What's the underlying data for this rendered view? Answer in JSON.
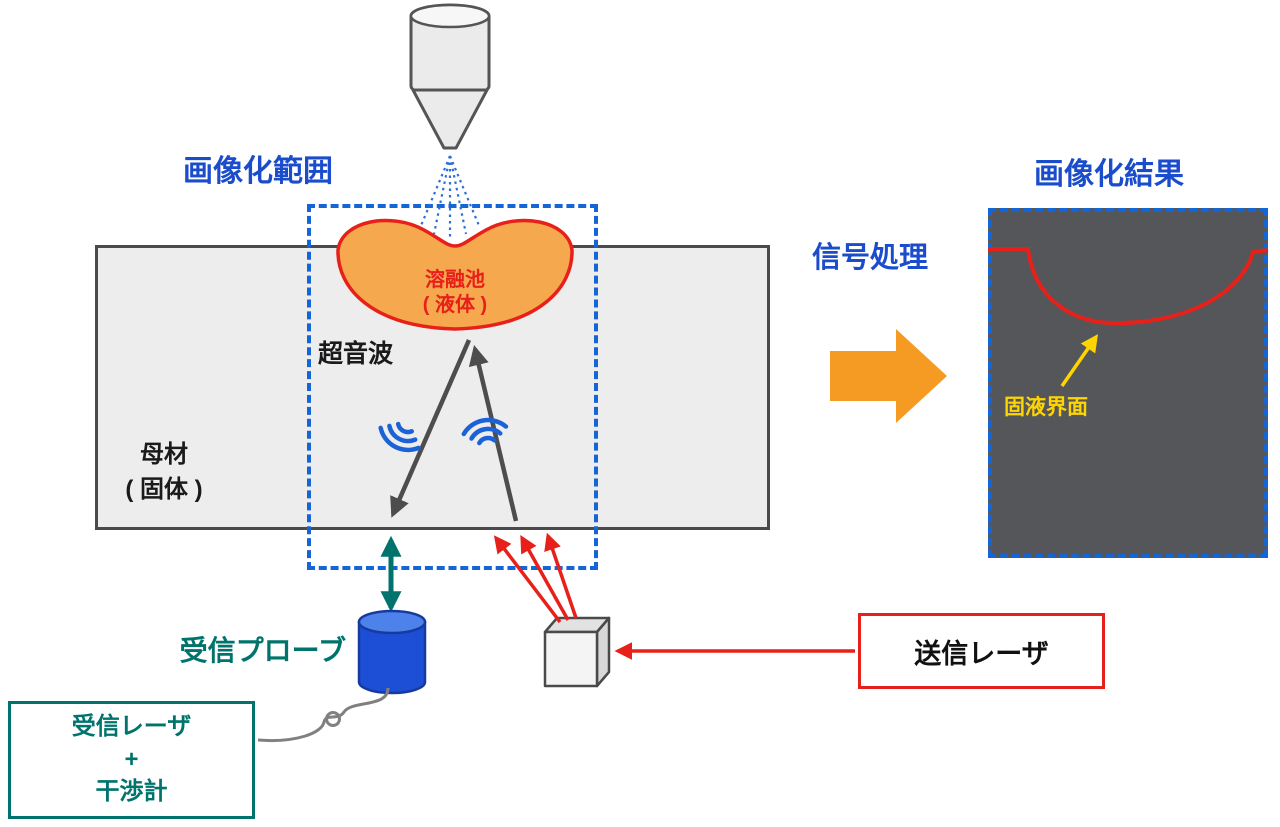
{
  "labels": {
    "imaging_range": "画像化範囲",
    "imaging_result": "画像化結果",
    "signal_processing": "信号処理",
    "ultrasonic_wave": "超音波",
    "melt_pool": {
      "line1": "溶融池",
      "line2": "( 液体 )"
    },
    "base_material": {
      "line1": "母材",
      "line2": "( 固体 )"
    },
    "solid_liquid_interface": "固液界面",
    "receiving_probe": "受信プローブ",
    "receiver_box": {
      "line1": "受信レーザ",
      "line2": "+",
      "line3": "干渉計"
    },
    "transmit_laser": "送信レーザ"
  },
  "colors": {
    "label_blue": "#1a4ccc",
    "dash_blue": "#1565d6",
    "wave_blue": "#1b62d6",
    "melt_pool_fill": "#f6a84e",
    "red": "#e8201a",
    "orange_arrow": "#f59a23",
    "teal": "#00736d",
    "panel_dark": "#55565a",
    "yellow": "#ffd500",
    "plate_fill": "#ededed",
    "outline_grey": "#4a4a4a",
    "probe_blue": "#1d4fd6"
  }
}
